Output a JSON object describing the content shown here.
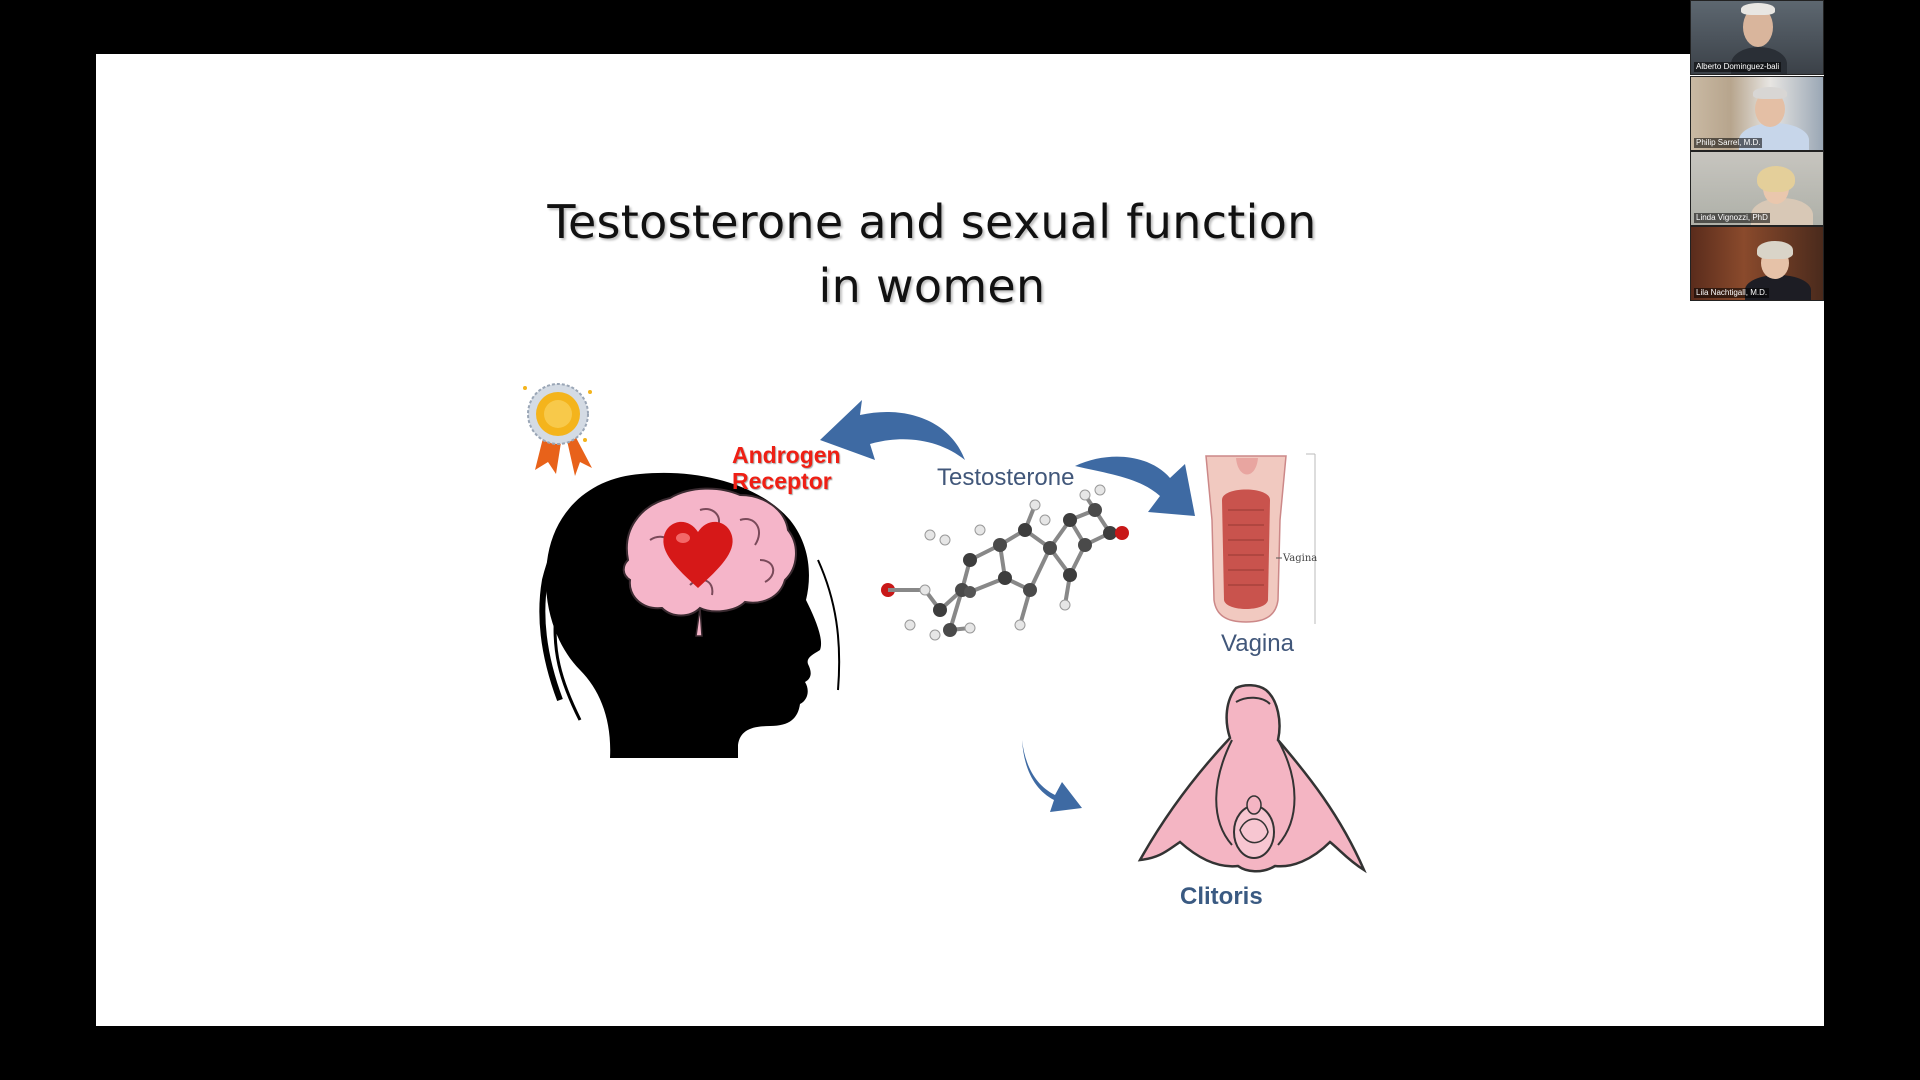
{
  "slide": {
    "title_line1": "Testosterone and sexual function",
    "title_line2": "in women",
    "labels": {
      "androgen_line1": "Androgen",
      "androgen_line2": "Receptor",
      "testosterone": "Testosterone",
      "vagina": "Vagina",
      "vagina_inset": "Vagina",
      "clitoris": "Clitoris"
    }
  },
  "participants": [
    {
      "name": "Alberto Dominguez-bali"
    },
    {
      "name": "Philip Sarrel, M.D."
    },
    {
      "name": "Linda Vignozzi, PhD"
    },
    {
      "name": "Lila Nachtigall, M.D."
    }
  ],
  "colors": {
    "arrow": "#3e6aa3",
    "label_red": "#ef1f14",
    "label_blue": "#41577a",
    "slide_bg": "#ffffff",
    "screen_bg": "#000000"
  }
}
